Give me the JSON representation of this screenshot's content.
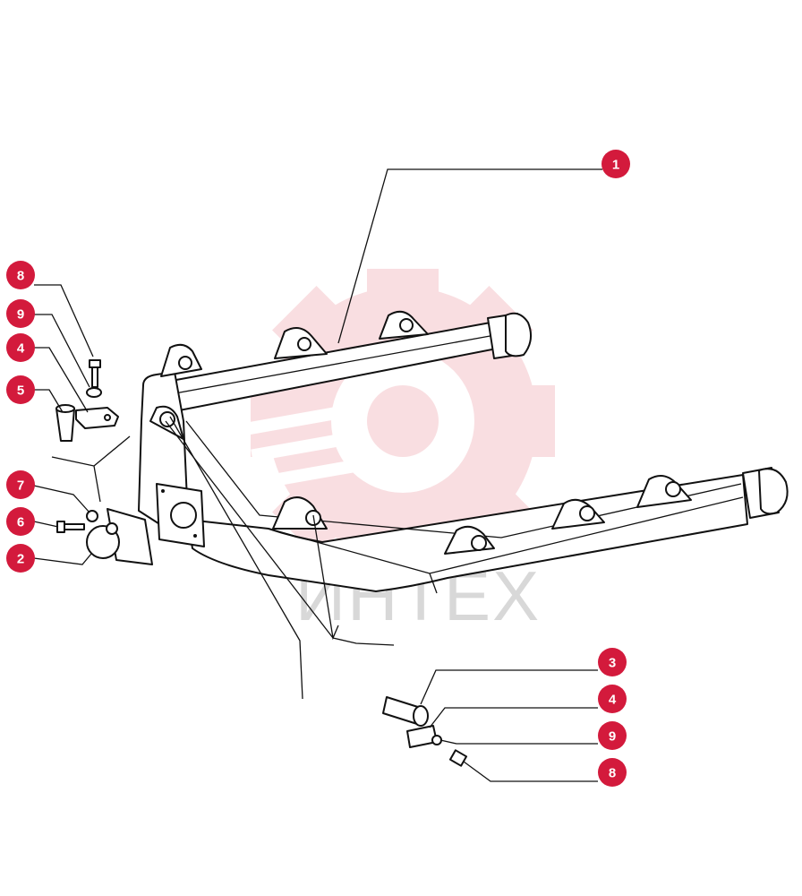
{
  "watermark": {
    "brand_text": "ИНТЕХ",
    "color": "#f2b8bd",
    "text_color": "#d8d8d8"
  },
  "callouts": [
    {
      "id": "callout-1-top",
      "label": "1"
    },
    {
      "id": "callout-8-left",
      "label": "8"
    },
    {
      "id": "callout-9-left",
      "label": "9"
    },
    {
      "id": "callout-4-left",
      "label": "4"
    },
    {
      "id": "callout-5-left",
      "label": "5"
    },
    {
      "id": "callout-7-left",
      "label": "7"
    },
    {
      "id": "callout-6-left",
      "label": "6"
    },
    {
      "id": "callout-2-left",
      "label": "2"
    },
    {
      "id": "callout-3-right",
      "label": "3"
    },
    {
      "id": "callout-4-right",
      "label": "4"
    },
    {
      "id": "callout-9-right",
      "label": "9"
    },
    {
      "id": "callout-8-right",
      "label": "8"
    }
  ],
  "colors": {
    "callout": "#d31a3c",
    "line": "#111111"
  }
}
